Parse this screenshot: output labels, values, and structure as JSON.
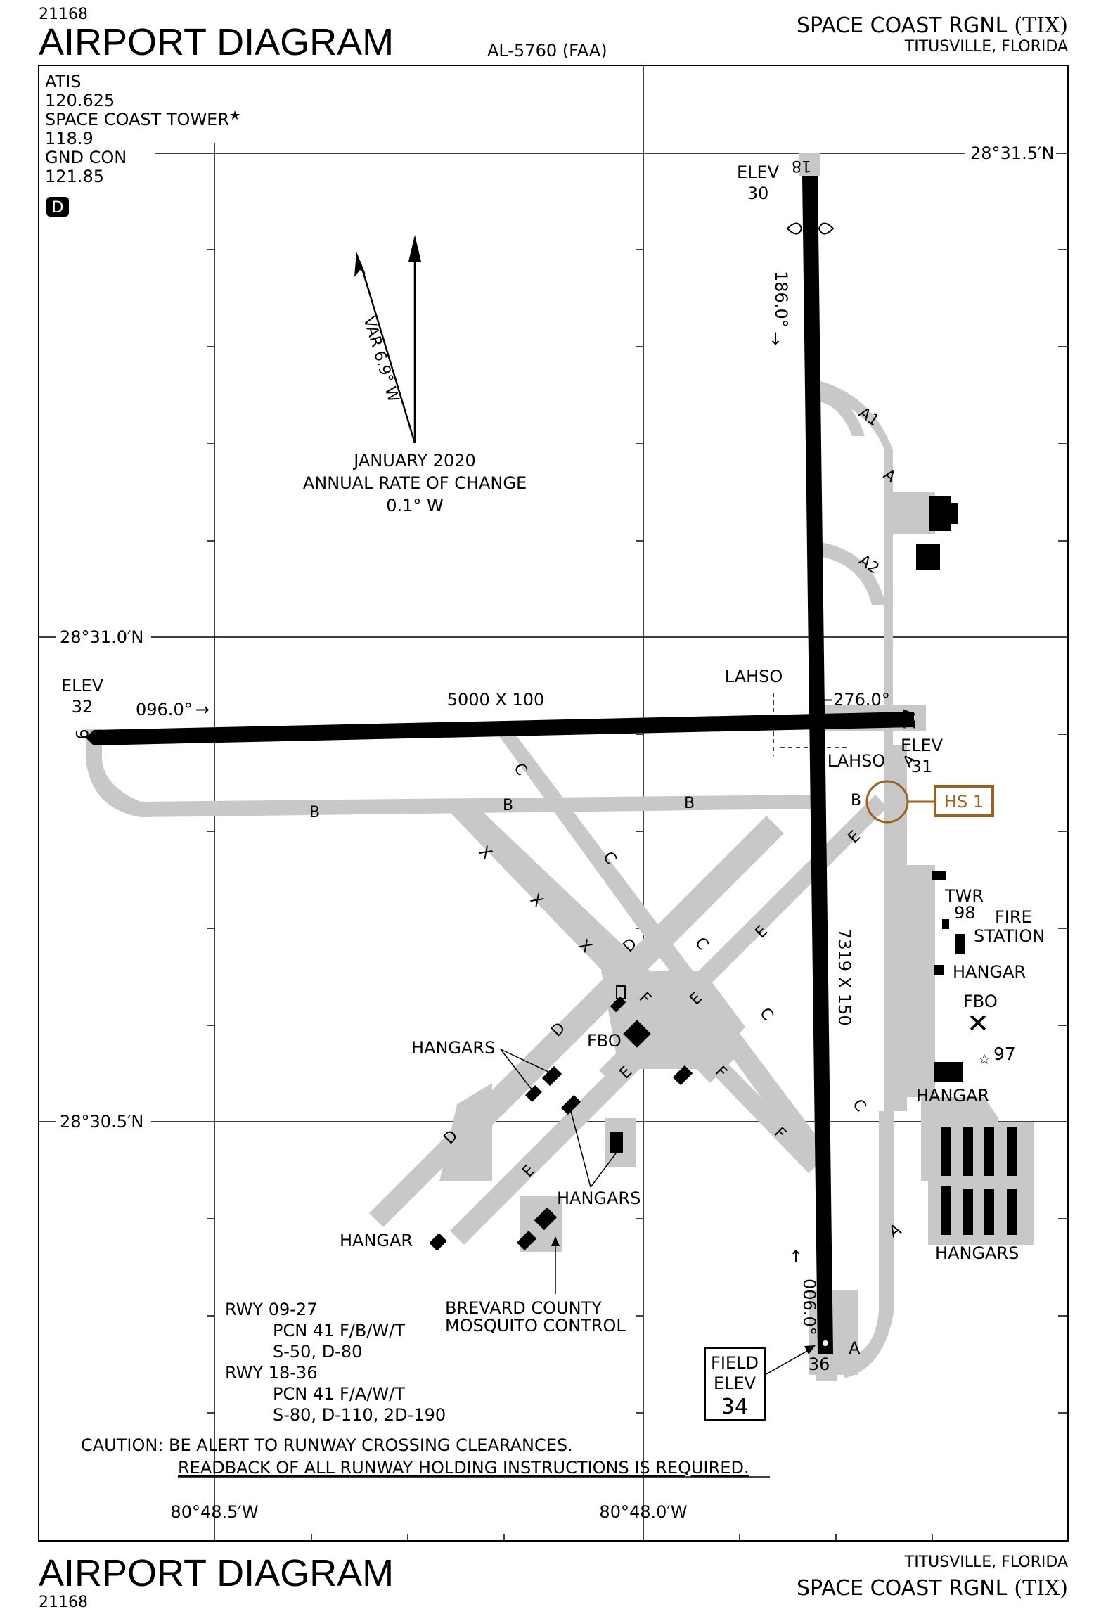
{
  "header": {
    "chart_number": "21168",
    "title": "AIRPORT DIAGRAM",
    "al_number": "AL-5760 (FAA)",
    "airport_name": "SPACE COAST RGNL",
    "airport_id": "(TIX)",
    "city": "TITUSVILLE, FLORIDA"
  },
  "comms": {
    "atis_label": "ATIS",
    "atis_freq": "120.625",
    "tower_label": "SPACE COAST TOWER",
    "tower_star": "★",
    "tower_freq": "118.9",
    "gnd_label": "GND CON",
    "gnd_freq": "121.85",
    "airspace_badge": "D"
  },
  "coords": {
    "lat_north": "28°31.5′N",
    "lat_mid": "28°31.0′N",
    "lat_south": "28°30.5′N",
    "lon_west": "80°48.5′W",
    "lon_east": "80°48.0′W"
  },
  "magvar": {
    "var_text": "VAR 6.9° W",
    "date": "JANUARY 2020",
    "rate_label": "ANNUAL RATE OF CHANGE",
    "rate_value": "0.1° W"
  },
  "runways": {
    "rwy18": {
      "label": "18",
      "elev_label": "ELEV",
      "elev": "30",
      "heading": "186.0°"
    },
    "rwy36": {
      "label": "36",
      "heading": "006.0°"
    },
    "rwy9": {
      "label": "9",
      "elev_label": "ELEV",
      "elev": "32",
      "heading": "096.0°"
    },
    "rwy27": {
      "label": "27",
      "elev_label": "ELEV",
      "elev": "31",
      "heading": "276.0°"
    },
    "dims_09_27": "5000 X 100",
    "dims_18_36": "7319 X 150",
    "lahso_1": "LAHSO",
    "lahso_2": "LAHSO"
  },
  "taxiways": {
    "a1": "A1",
    "a2": "A2",
    "a": "A",
    "b": "B",
    "c": "C",
    "d": "D",
    "e": "E",
    "f": "F",
    "x": "X"
  },
  "hotspot": {
    "label": "HS 1"
  },
  "facilities": {
    "twr": "TWR",
    "twr_num": "98",
    "fire1": "FIRE",
    "fire2": "STATION",
    "hangar": "HANGAR",
    "hangars": "HANGARS",
    "fbo": "FBO",
    "obstacle_num": "97",
    "brevard1": "BREVARD COUNTY",
    "brevard2": "MOSQUITO CONTROL"
  },
  "field_elev": {
    "line1": "FIELD",
    "line2": "ELEV",
    "value": "34"
  },
  "pcn": {
    "rwy1": "RWY 09-27",
    "rwy1_pcn": "PCN 41 F/B/W/T",
    "rwy1_wt": "S-50, D-80",
    "rwy2": "RWY 18-36",
    "rwy2_pcn": "PCN 41 F/A/W/T",
    "rwy2_wt": "S-80, D-110, 2D-190"
  },
  "caution": {
    "line1": "CAUTION: BE ALERT TO RUNWAY CROSSING CLEARANCES.",
    "line2": "READBACK OF ALL RUNWAY HOLDING INSTRUCTIONS IS REQUIRED."
  },
  "colors": {
    "runway": "#000000",
    "taxiway": "#c8c8c8",
    "hotspot": "#a0621a"
  }
}
